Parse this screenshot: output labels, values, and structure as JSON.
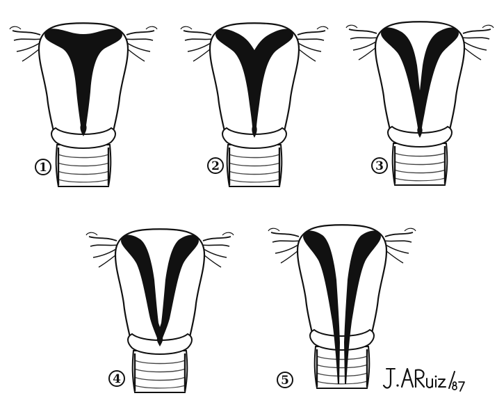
{
  "figures": [
    {
      "number": "1",
      "variant": "1"
    },
    {
      "number": "2",
      "variant": "2"
    },
    {
      "number": "3",
      "variant": "3"
    },
    {
      "number": "4",
      "variant": "4"
    },
    {
      "number": "5",
      "variant": "5"
    }
  ],
  "signature": {
    "text": "J. A. Ruiz / 87"
  },
  "colors": {
    "ink": "#111111",
    "background": "#ffffff",
    "cervix_hatch": "#444444"
  }
}
